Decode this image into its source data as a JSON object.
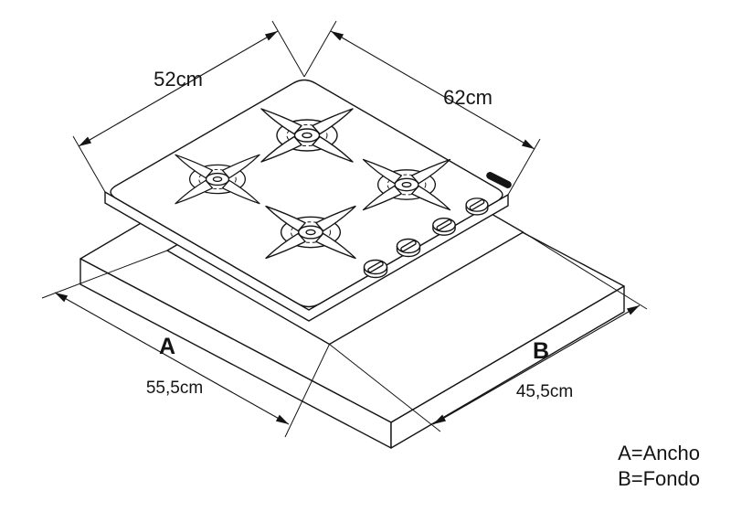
{
  "diagram": {
    "dimensions": {
      "top_width": "52cm",
      "top_depth": "62cm",
      "letter_a": "A",
      "cutout_width": "55,5cm",
      "letter_b": "B",
      "cutout_depth": "45,5cm"
    },
    "legend": {
      "a": "A=Ancho",
      "b": "B=Fondo"
    },
    "colors": {
      "line": "#141414",
      "cutout_fill": "#0a0a0a",
      "background": "#ffffff"
    }
  }
}
